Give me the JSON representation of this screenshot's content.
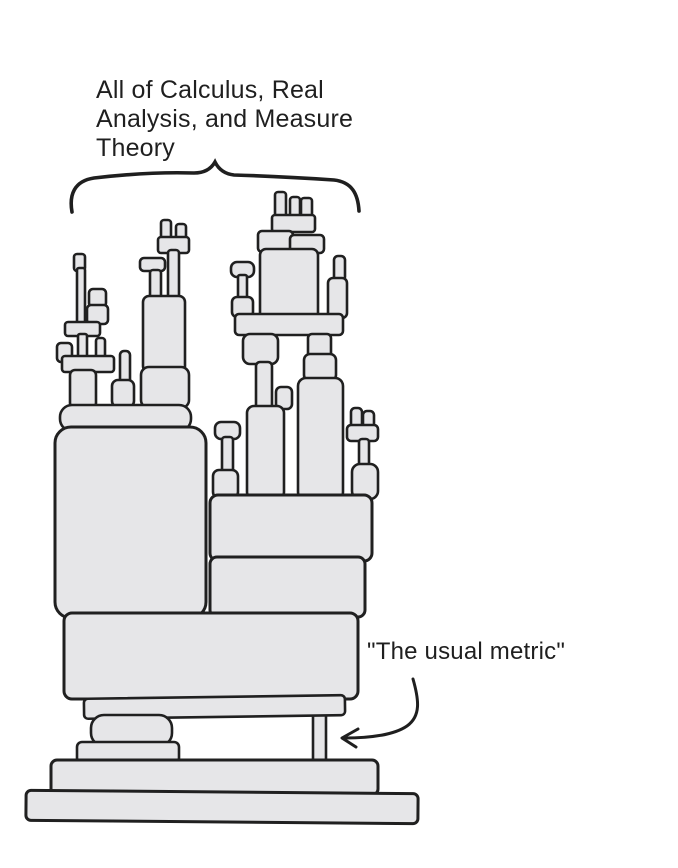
{
  "colors": {
    "paper": "#ffffff",
    "ink": "#1f1f1f",
    "block-fill": "#e6e6e8",
    "block-stroke": "#202020"
  },
  "annotations": {
    "brace_label": {
      "lines": [
        "All of Calculus, Real",
        "Analysis, and Measure",
        "Theory"
      ]
    },
    "metric_label": {
      "text": "\"The usual metric\""
    }
  },
  "illustration": {
    "subject": "hand-drawn tower of stacked blocks balanced on one thin stick",
    "elements": [
      "curly-brace",
      "block-tower",
      "usual-metric-stick",
      "annotation-arrow"
    ]
  }
}
